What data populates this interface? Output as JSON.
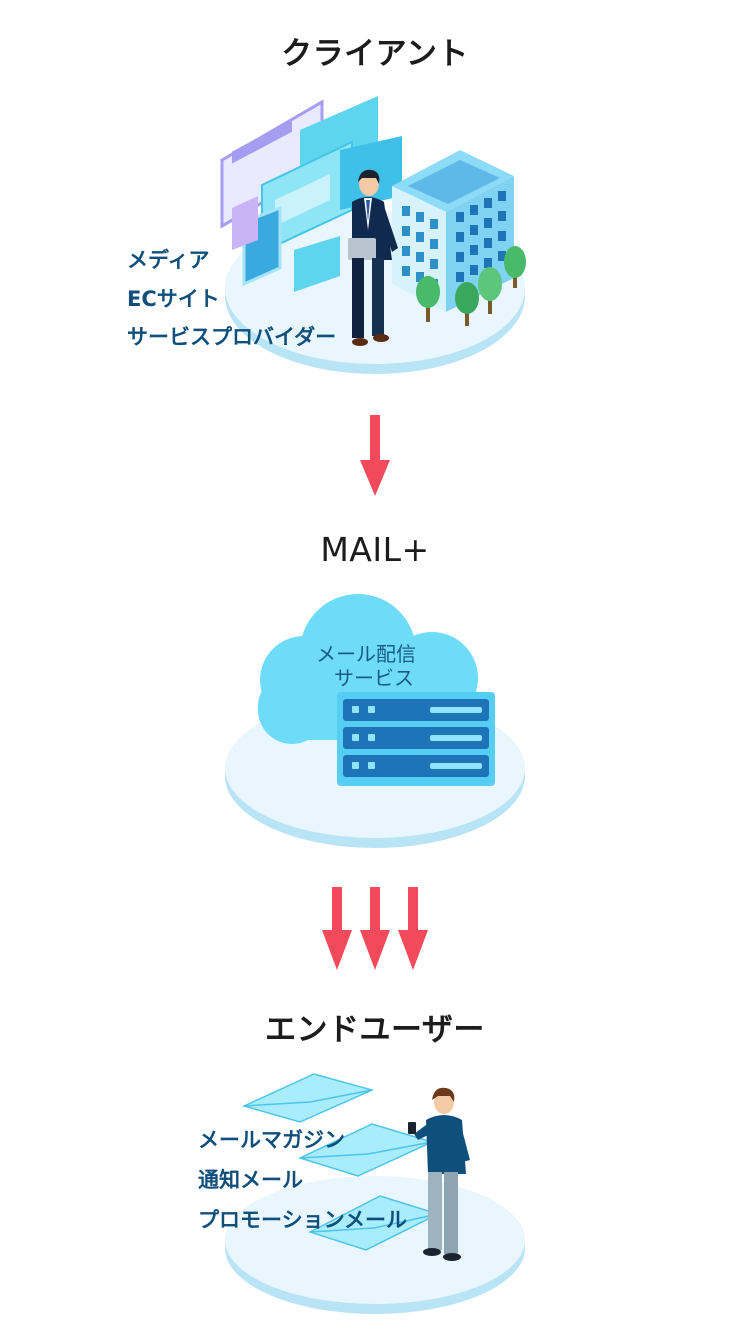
{
  "client": {
    "title": "クライアント",
    "labels": [
      "メディア",
      "ECサイト",
      "サービスプロバイダー"
    ]
  },
  "service": {
    "title": "MAIL+",
    "cloud_text": [
      "メール配信",
      "サービス"
    ]
  },
  "end_user": {
    "title": "エンドユーザー",
    "labels": [
      "メールマガジン",
      "通知メール",
      "プロモーションメール"
    ]
  },
  "colors": {
    "arrow": "#f24a5a",
    "label_text": "#0f4f7c",
    "platform": "#e9f6fd",
    "cloud": "#6fdcf7",
    "server": "#1f73b7"
  }
}
